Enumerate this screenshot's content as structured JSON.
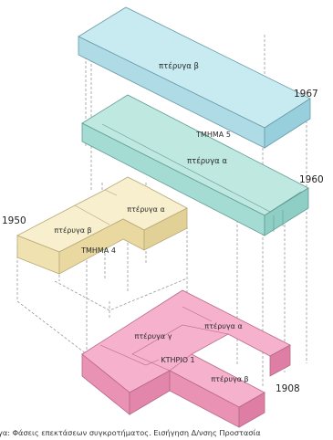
{
  "diagram": {
    "blocks": {
      "block_1967": {
        "year": "1967",
        "wing_label": "πτέρυγα β",
        "fill": "#bfe6ee",
        "stroke": "#6a9aa6"
      },
      "block_1960": {
        "year": "1960",
        "section_label": "ΤΜΗΜΑ 5",
        "wing_label": "πτέρυγα α",
        "fill": "#b3e3dc",
        "stroke": "#5f9c94"
      },
      "block_1950": {
        "year": "1950",
        "section_label": "ΤΜΗΜΑ 4",
        "wing_alpha": "πτέρυγα α",
        "wing_beta": "πτέρυγα β",
        "fill": "#f5ecc4",
        "stroke": "#b8a878"
      },
      "block_1908": {
        "year": "1908",
        "section_label": "ΚΤΗΡΙΟ 1",
        "wing_gamma": "πτέρυγα γ",
        "wing_alpha": "πτέρυγα α",
        "wing_beta": "πτέρυγα β",
        "fill": "#f4a7c4",
        "stroke": "#b56986"
      }
    },
    "caption": "γα: Φάσεις επεκτάσεων συγκροτήματος. Εισήγηση Δ/νσης Προστασία"
  }
}
